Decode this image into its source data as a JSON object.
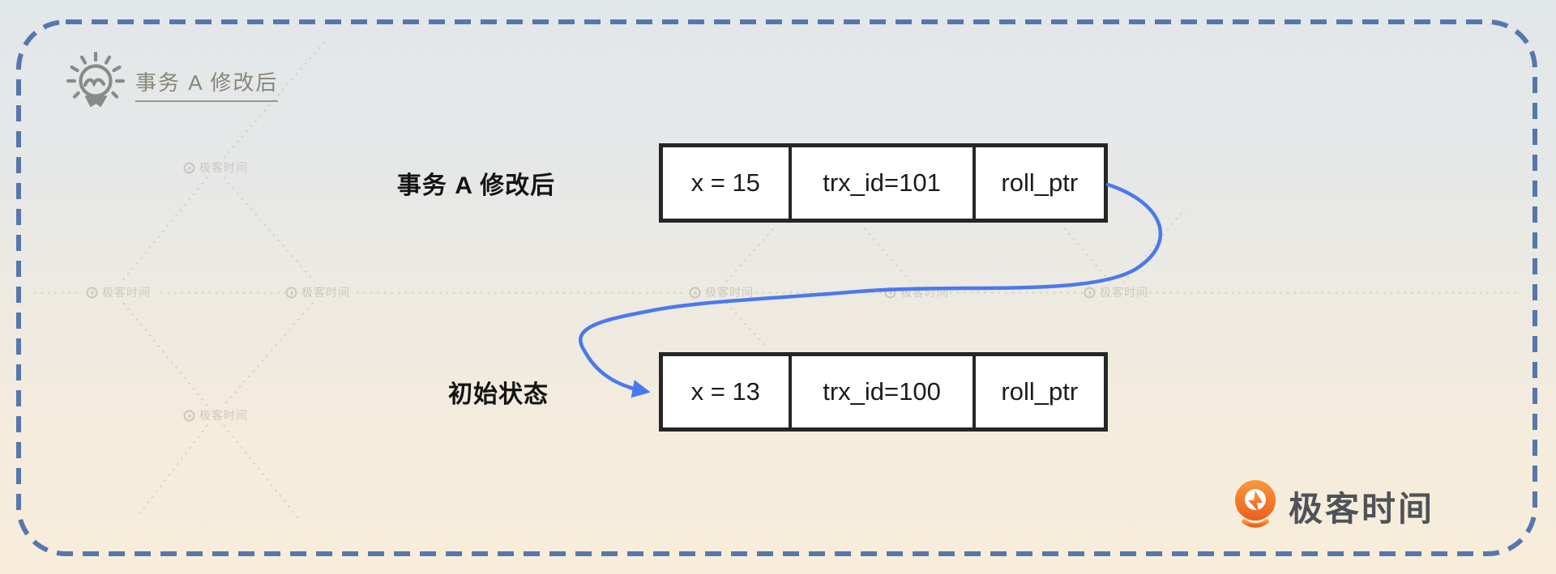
{
  "header": {
    "icon": "lightbulb-icon",
    "title": "事务 A 修改后"
  },
  "diagram": {
    "rows": [
      {
        "label": "事务 A 修改后",
        "cells": [
          "x = 15",
          "trx_id=101",
          "roll_ptr"
        ]
      },
      {
        "label": "初始状态",
        "cells": [
          "x = 13",
          "trx_id=100",
          "roll_ptr"
        ]
      }
    ]
  },
  "watermark": {
    "text": "极客时间"
  },
  "logo": {
    "text": "极客时间"
  },
  "colors": {
    "background_top": "#e2e7ea",
    "background_bottom": "#f8edda",
    "frame_border": "#5677ac",
    "arrow": "#4a79ee",
    "box_border": "#262626",
    "box_background": "#ffffff",
    "title_text": "#8a8679",
    "label_text": "#141414",
    "icon_gray": "#8a8a8a",
    "watermark_gray": "#b3ae9f",
    "logo_orange": "#ee7623",
    "logo_text_gray": "#4f5358"
  }
}
